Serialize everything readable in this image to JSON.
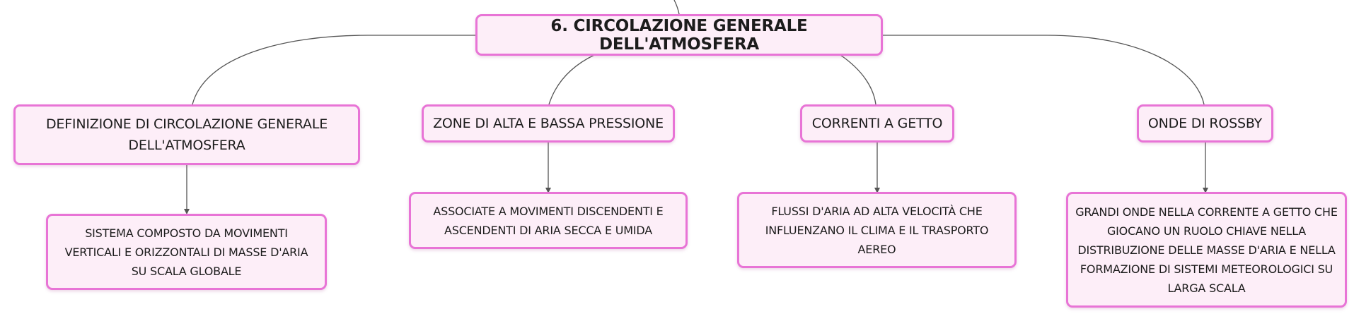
{
  "colors": {
    "node_fill": "#fdeef8",
    "node_border": "#e874d6",
    "connector": "#555555"
  },
  "root": {
    "label": "6. CIRCOLAZIONE GENERALE DELL'ATMOSFERA"
  },
  "branches": [
    {
      "label": "DEFINIZIONE DI CIRCOLAZIONE GENERALE DELL'ATMOSFERA",
      "detail": "SISTEMA COMPOSTO DA MOVIMENTI VERTICALI E ORIZZONTALI DI MASSE D'ARIA SU SCALA GLOBALE"
    },
    {
      "label": "ZONE DI ALTA E BASSA PRESSIONE",
      "detail": "ASSOCIATE A MOVIMENTI DISCENDENTI E ASCENDENTI DI ARIA SECCA E UMIDA"
    },
    {
      "label": "CORRENTI A GETTO",
      "detail": "FLUSSI D'ARIA AD ALTA VELOCITÀ CHE INFLUENZANO IL CLIMA E IL TRASPORTO AEREO"
    },
    {
      "label": "ONDE DI ROSSBY",
      "detail": "GRANDI ONDE NELLA CORRENTE A GETTO CHE GIOCANO UN RUOLO CHIAVE NELLA DISTRIBUZIONE DELLE MASSE D'ARIA E NELLA FORMAZIONE DI SISTEMI METEOROLOGICI SU LARGA SCALA"
    }
  ]
}
